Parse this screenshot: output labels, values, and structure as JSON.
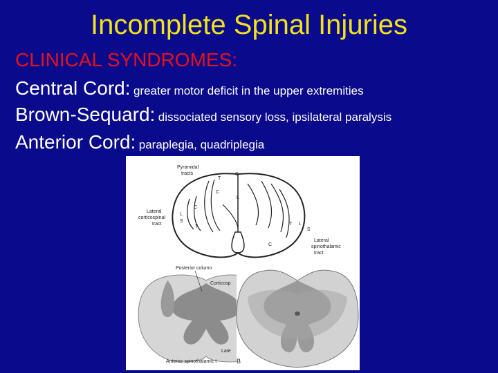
{
  "slide": {
    "title": "Incomplete Spinal Injuries",
    "heading": "CLINICAL SYNDROMES:",
    "syndromes": [
      {
        "term": "Central Cord:",
        "description": "greater motor deficit in the upper extremities"
      },
      {
        "term": "Brown-Sequard:",
        "description": "dissociated sensory loss, ipsilateral paralysis"
      },
      {
        "term": "Anterior Cord:",
        "description": "paraplegia, quadriplegia"
      }
    ]
  },
  "figure": {
    "labels": {
      "pyramidal_tracts": "Pyramidal",
      "pyramidal_tracts_2": "tracts",
      "lateral_corticospinal": "Lateral",
      "lateral_corticospinal_2": "corticospinal",
      "lateral_corticospinal_3": "tract",
      "lateral_spinothalamic": "Lateral",
      "lateral_spinothalamic_2": "spinothalamic",
      "lateral_spinothalamic_3": "tract",
      "posterior_column": "Posterior column",
      "corticospinal_cut": "Corticosp",
      "lateral_cut": "Late",
      "anterior_spinothalamic": "Anterior spinothalamic t",
      "panel_b": "B",
      "s1": "S",
      "t1": "T",
      "c1": "C",
      "l1": "L",
      "c2": "C",
      "l2": "L",
      "s2": "S",
      "t2": "T",
      "t3": "T",
      "l3": "L",
      "s3": "S",
      "c3": "C"
    },
    "colors": {
      "lesion_light": "#c8c8c8",
      "lesion_dark": "#9a9a9a",
      "grey_matter": "#8c8c8c"
    }
  }
}
